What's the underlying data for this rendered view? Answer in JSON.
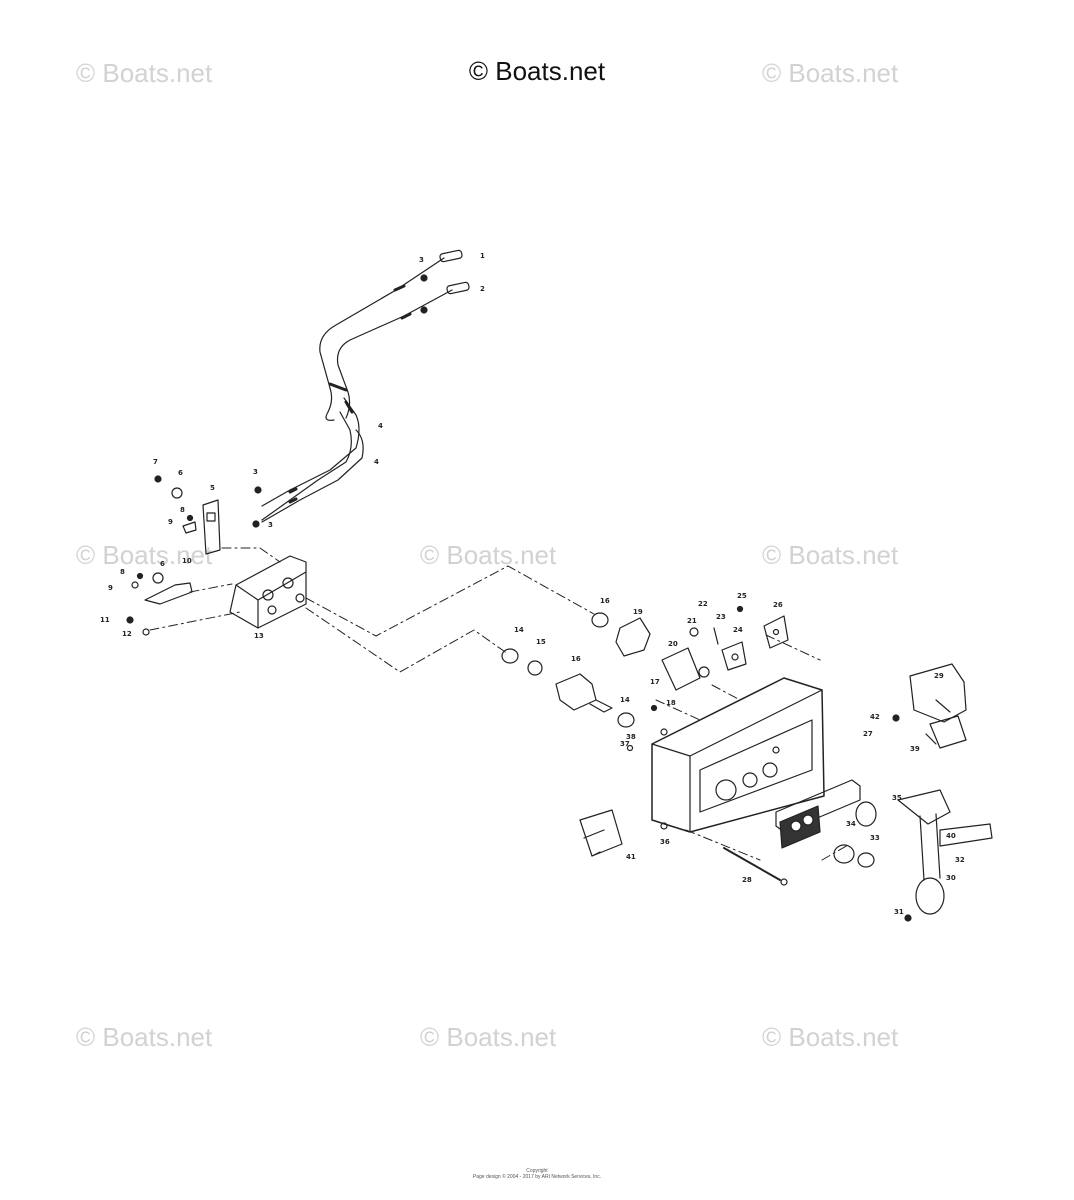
{
  "header": {
    "text": "© Boats.net"
  },
  "watermarks": [
    "© Boats.net",
    "© Boats.net",
    "© Boats.net",
    "© Boats.net",
    "© Boats.net",
    "© Boats.net",
    "© Boats.net",
    "© Boats.net"
  ],
  "callouts": [
    "1",
    "2",
    "3",
    "3",
    "3",
    "4",
    "4",
    "7",
    "6",
    "5",
    "8",
    "9",
    "6",
    "8",
    "9",
    "10",
    "11",
    "12",
    "13",
    "14",
    "15",
    "16",
    "14",
    "16",
    "19",
    "20",
    "22",
    "21",
    "23",
    "25",
    "24",
    "26",
    "17",
    "18",
    "36",
    "38",
    "37",
    "27",
    "29",
    "42",
    "39",
    "35",
    "34",
    "33",
    "40",
    "32",
    "30",
    "31",
    "41",
    "28"
  ],
  "footer": {
    "line1": "Copyright",
    "line2": "Page design © 2004 - 2017 by ARI Network Services, Inc."
  }
}
